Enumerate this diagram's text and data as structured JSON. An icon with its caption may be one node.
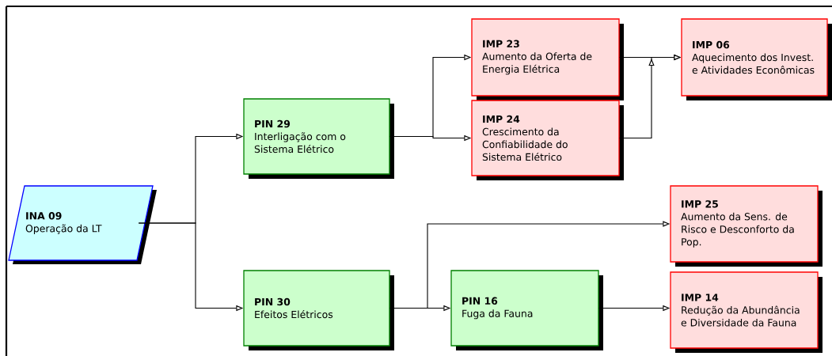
{
  "diagram": {
    "nodes": [
      {
        "text": [
          "INA 09",
          "Operação da LT"
        ]
      },
      {
        "text": [
          "PIN 29",
          "Interligação com o Sistema Elétrico"
        ]
      },
      {
        "text": [
          "PIN 30",
          "Efeitos Elétricos"
        ]
      },
      {
        "text": [
          "IMP 23",
          "Aumento da Oferta de Energia Elétrica"
        ]
      },
      {
        "text": [
          "IMP 24",
          "Crescimento da Confiabilidade do Sistema Elétrico"
        ]
      },
      {
        "text": [
          "IMP 06",
          "Aquecimento dos Invest. e Atividades Econômicas"
        ]
      },
      {
        "text": [
          "IMP 25",
          "Aumento da Sens. de Risco e Desconforto da Pop."
        ]
      },
      {
        "text": [
          "PIN 16",
          "Fuga da Fauna"
        ]
      },
      {
        "text": [
          "IMP 14",
          "Redução da Abundância e Diversidade da Fauna"
        ]
      }
    ],
    "edges": [
      {
        "from": 0,
        "to": 1,
        "arrow": "to"
      },
      {
        "from": 0,
        "to": 2,
        "arrow": "to"
      },
      {
        "from": 1,
        "to": 3,
        "arrow": "to"
      },
      {
        "from": 1,
        "to": 4,
        "arrow": "to"
      },
      {
        "from": 3,
        "to": 5,
        "arrow": "to"
      },
      {
        "from": 4,
        "to": 5,
        "arrow": "to"
      },
      {
        "from": 2,
        "to": 6,
        "arrow": "to"
      },
      {
        "from": 2,
        "to": 7,
        "arrow": "to"
      },
      {
        "from": 7,
        "to": 8,
        "arrow": "to"
      }
    ]
  }
}
